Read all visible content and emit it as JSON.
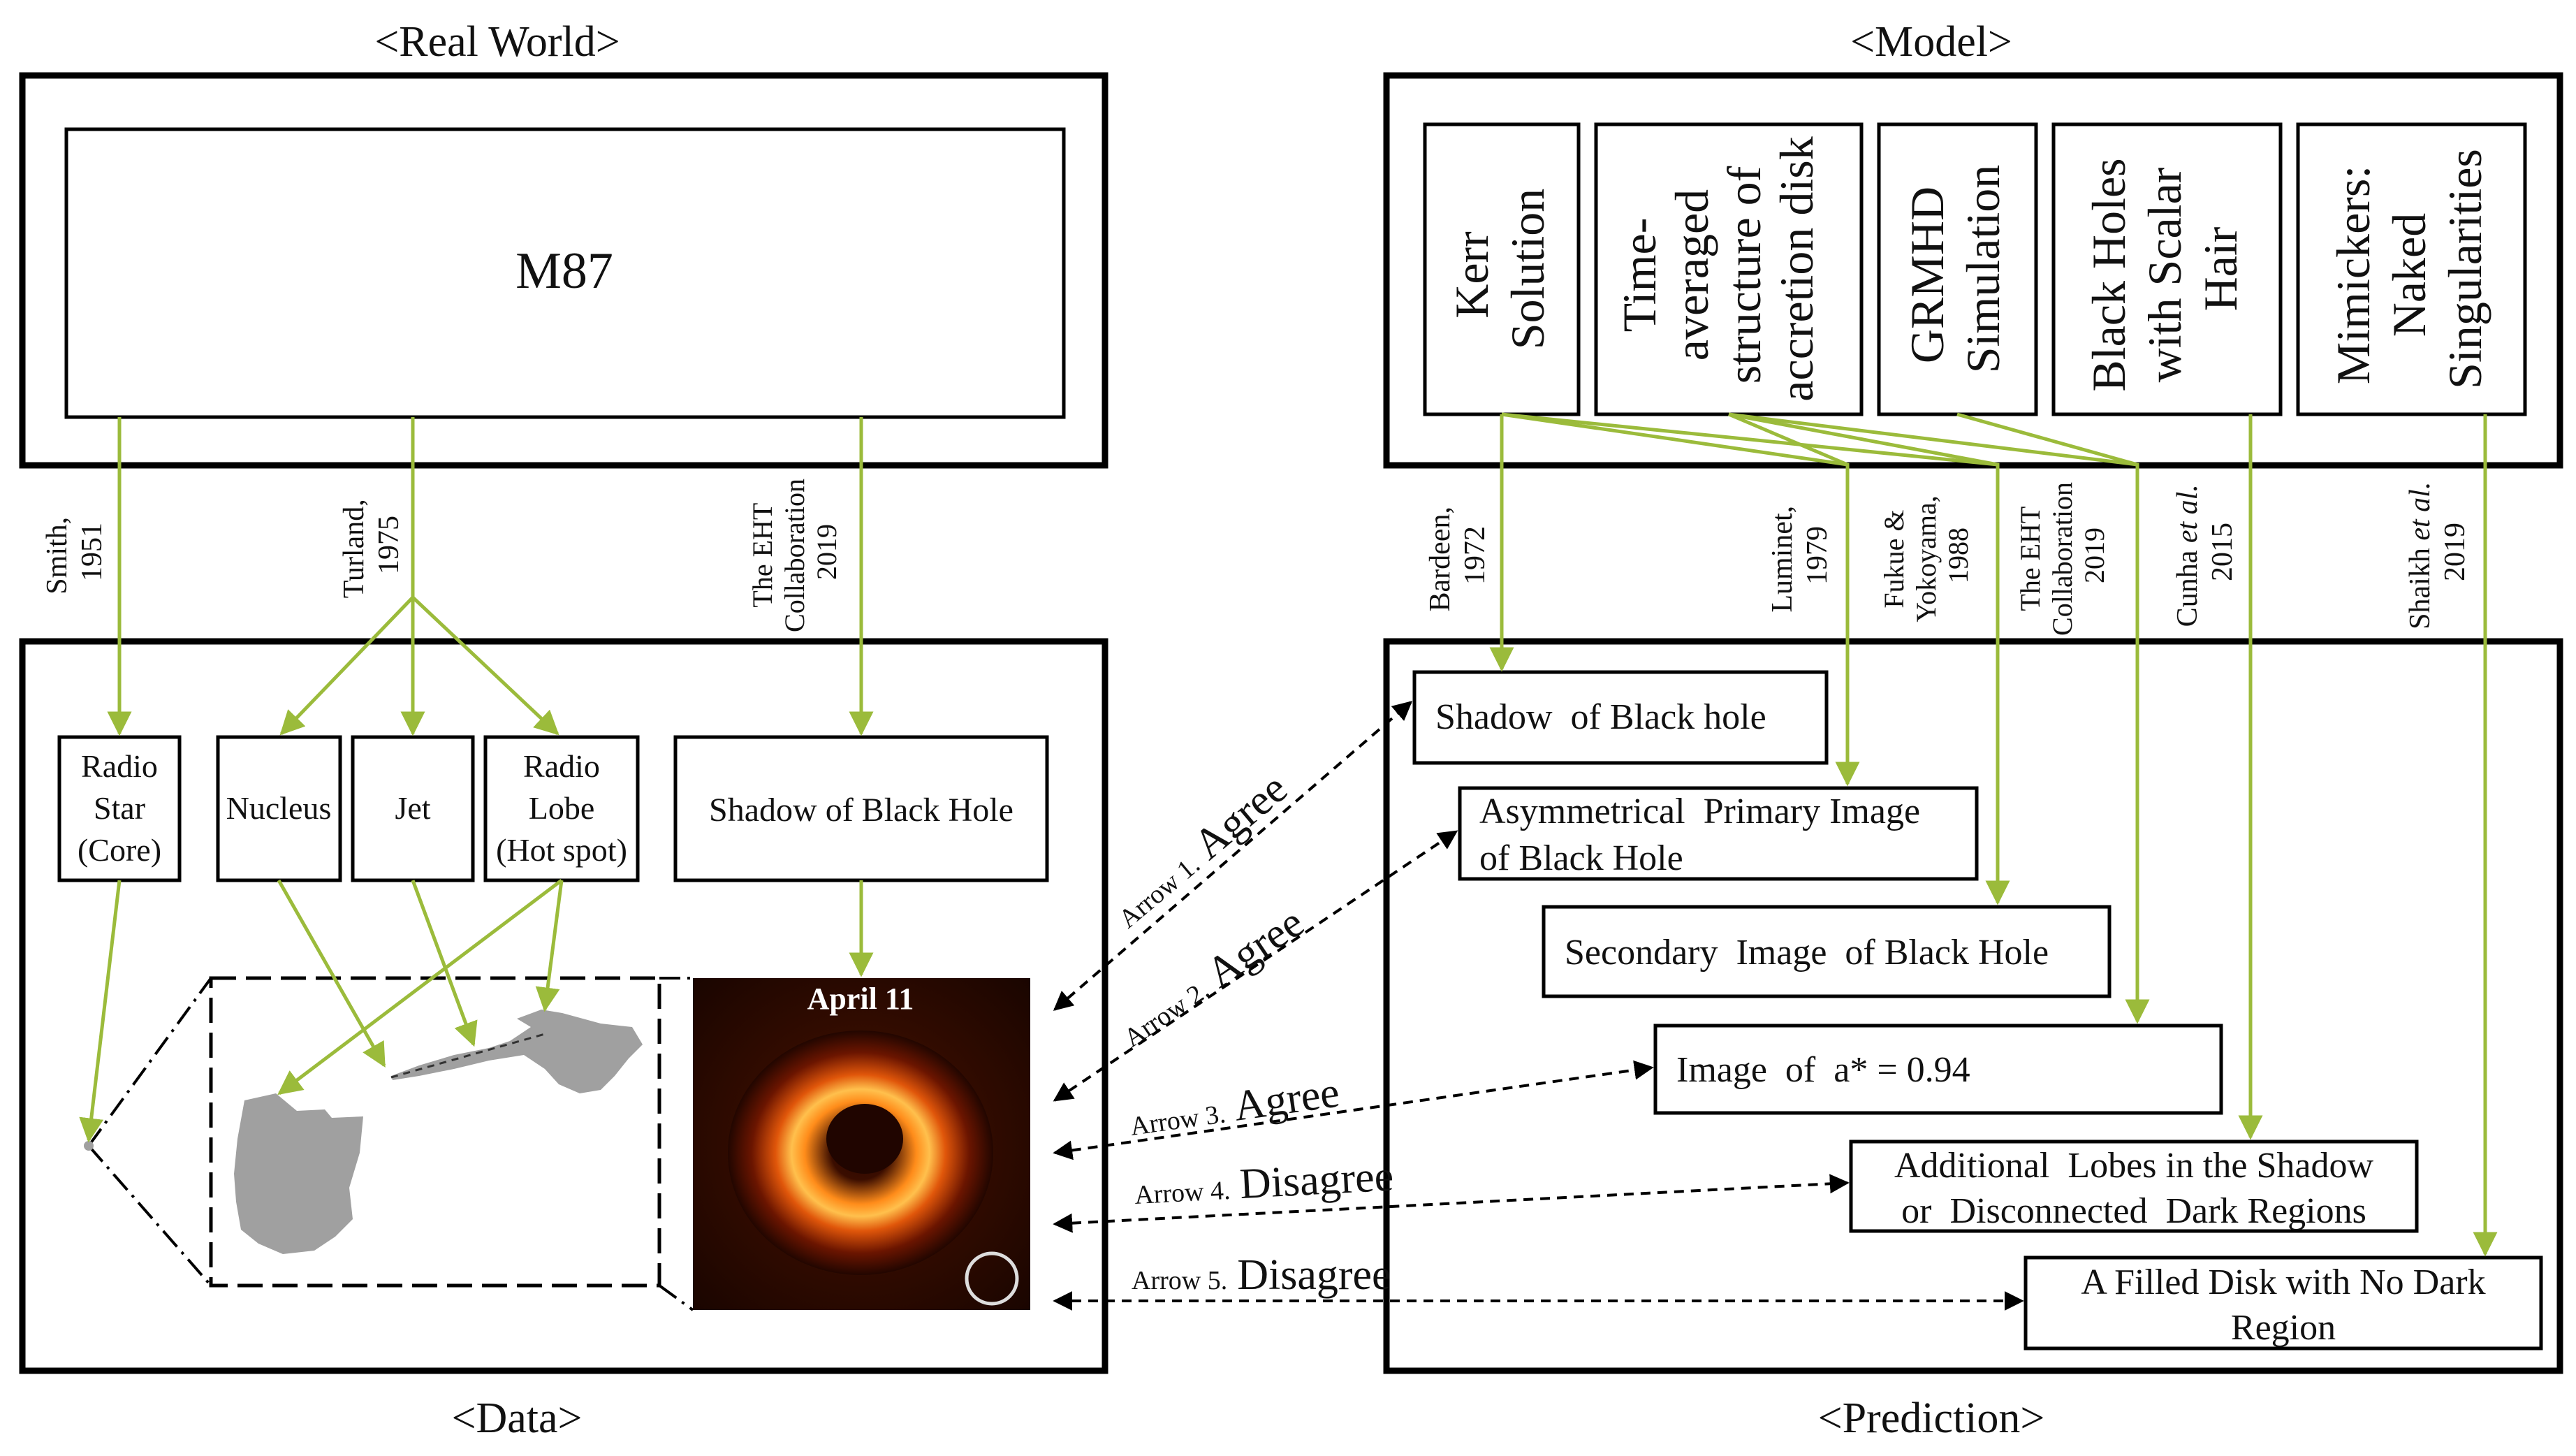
{
  "headers": {
    "real_world": "<Real World>",
    "model": "<Model>",
    "data": "<Data>",
    "prediction": "<Prediction>"
  },
  "real_world": {
    "m87": "M87"
  },
  "models": [
    {
      "line1": "Kerr",
      "line2": "Solution",
      "line3": ""
    },
    {
      "line1": "Time-",
      "line2": "averaged",
      "line3": "structure of",
      "line4": "accretion disk"
    },
    {
      "line1": "GRMHD",
      "line2": "Simulation",
      "line3": ""
    },
    {
      "line1": "Black Holes",
      "line2": "with Scalar",
      "line3": "Hair"
    },
    {
      "line1": "Mimickers:",
      "line2": "Naked",
      "line3": "Singularities"
    }
  ],
  "real_world_citations": [
    {
      "name": "Smith,",
      "year": "1951"
    },
    {
      "name": "Turland,",
      "year": "1975"
    },
    {
      "name": "The EHT",
      "name2": "Collaboration",
      "year": "2019"
    }
  ],
  "model_citations": [
    {
      "name": "Bardeen,",
      "year": "1972"
    },
    {
      "name": "Luminet,",
      "year": "1979"
    },
    {
      "name": "Fukue &",
      "name2": "Yokoyama,",
      "year": "1988"
    },
    {
      "name": "The EHT",
      "name2": "Collaboration",
      "year": "2019"
    },
    {
      "name": "Cunha ",
      "etal": "et al.",
      "year": "2015"
    },
    {
      "name": "Shaikh ",
      "etal": "et al.",
      "year": "2019"
    }
  ],
  "data_boxes": {
    "radio_star": {
      "l1": "Radio",
      "l2": "Star",
      "l3": "(Core)"
    },
    "nucleus": "Nucleus",
    "jet": "Jet",
    "radio_lobe": {
      "l1": "Radio",
      "l2": "Lobe",
      "l3": "(Hot spot)"
    },
    "shadow": "Shadow of Black Hole"
  },
  "eht_image": {
    "label": "April 11"
  },
  "predictions": [
    {
      "l1": "Shadow  of Black hole"
    },
    {
      "l1": "Asymmetrical  Primary Image",
      "l2": "of Black Hole"
    },
    {
      "l1": "Secondary  Image  of Black Hole"
    },
    {
      "l1": "Image  of  a* = 0.94"
    },
    {
      "l1": "Additional  Lobes in the Shadow",
      "l2": "or  Disconnected  Dark Regions"
    },
    {
      "l1": "A Filled Disk with No Dark",
      "l2": "Region"
    }
  ],
  "arrows": [
    {
      "prefix": "Arrow 1.",
      "verdict": "Agree"
    },
    {
      "prefix": "Arrow 2.",
      "verdict": "Agree"
    },
    {
      "prefix": "Arrow 3.",
      "verdict": "Agree"
    },
    {
      "prefix": "Arrow 4.",
      "verdict": "Disagree"
    },
    {
      "prefix": "Arrow 5.",
      "verdict": "Disagree"
    }
  ],
  "colors": {
    "green_line": "#9bbb3b",
    "blob_gray": "#a0a0a0"
  }
}
